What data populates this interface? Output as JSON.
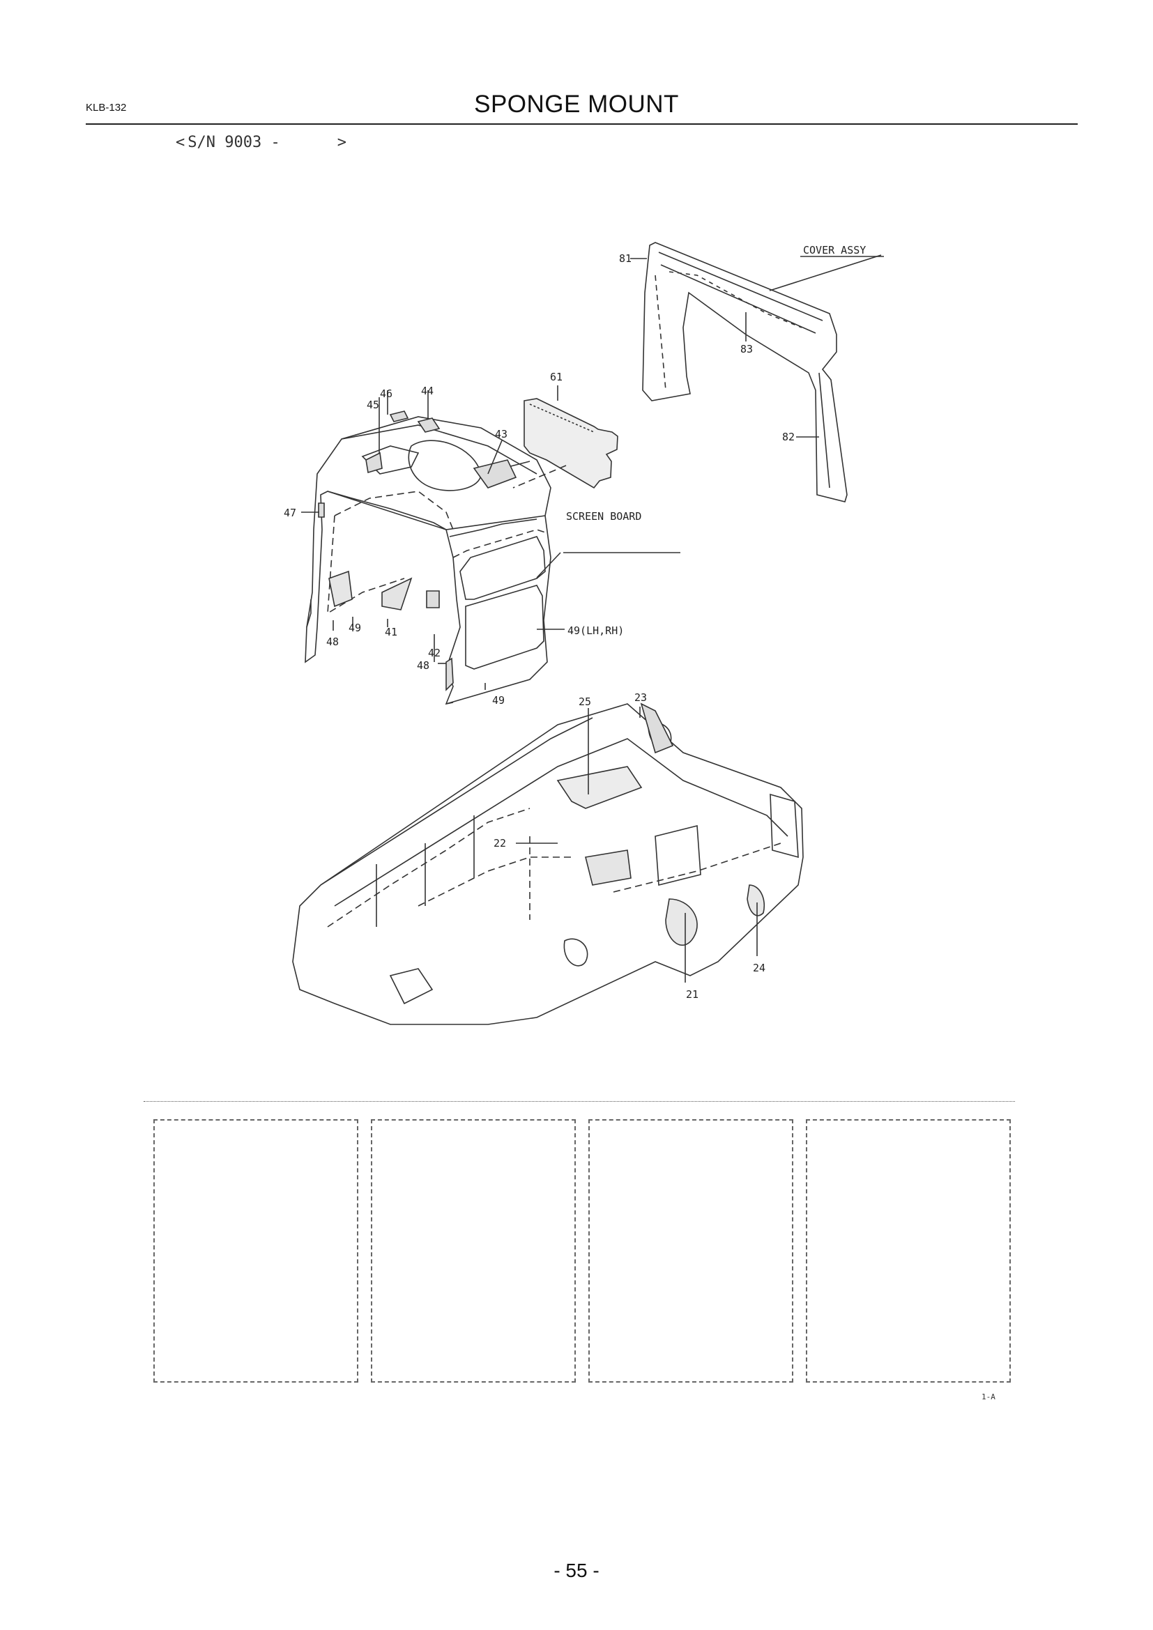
{
  "header": {
    "model_code": "KLB-132",
    "title": "SPONGE MOUNT"
  },
  "serial": {
    "open": "<",
    "text": "S/N 9003 -",
    "close": ">"
  },
  "callouts": {
    "cover_assy": "COVER ASSY",
    "screen_board": "SCREEN BOARD",
    "p81": "81",
    "p82": "82",
    "p83": "83",
    "p61": "61",
    "p46": "46",
    "p44": "44",
    "p45": "45",
    "p43": "43",
    "p47": "47",
    "p49a": "49",
    "p41": "41",
    "p42": "42",
    "p48a": "48",
    "p48b": "48",
    "p49b": "49",
    "p49_lhrh": "49(LH,RH)",
    "p25": "25",
    "p23": "23",
    "p22": "22",
    "p21": "21",
    "p24": "24"
  },
  "page_ref": "1-A",
  "page_number": "- 55 -"
}
